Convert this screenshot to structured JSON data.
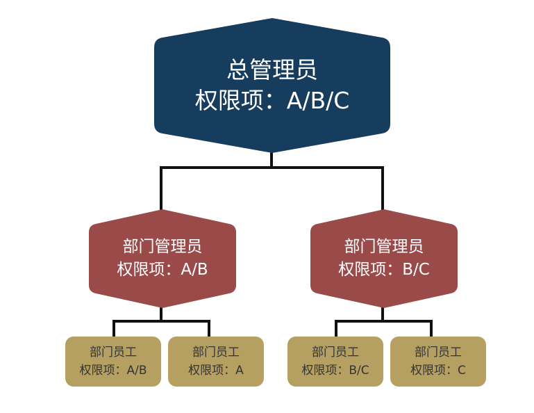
{
  "colors": {
    "root_fill": "#173d5e",
    "manager_fill": "#9b4a4a",
    "employee_fill": "#b5a062",
    "connector": "#111111"
  },
  "root": {
    "title": "总管理员",
    "permissions": "权限项：A/B/C"
  },
  "managers": [
    {
      "title": "部门管理员",
      "permissions": "权限项：A/B",
      "employees": [
        {
          "title": "部门员工",
          "permissions": "权限项：A/B"
        },
        {
          "title": "部门员工",
          "permissions": "权限项：A"
        }
      ]
    },
    {
      "title": "部门管理员",
      "permissions": "权限项：B/C",
      "employees": [
        {
          "title": "部门员工",
          "permissions": "权限项：B/C"
        },
        {
          "title": "部门员工",
          "permissions": "权限项：C"
        }
      ]
    }
  ]
}
